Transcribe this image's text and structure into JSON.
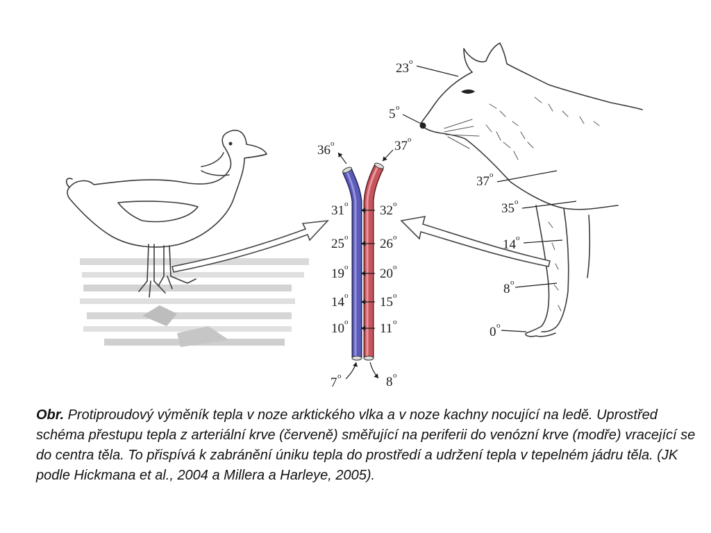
{
  "pipe": {
    "top_left": "36",
    "top_right": "37",
    "bottom_left": "7",
    "bottom_right": "8",
    "blue_values": [
      "31",
      "25",
      "19",
      "14",
      "10"
    ],
    "red_values": [
      "32",
      "26",
      "20",
      "15",
      "11"
    ],
    "vein_color": "#5b5bb8",
    "artery_color": "#c8545c"
  },
  "wolf_labels": [
    "23",
    "5",
    "37",
    "35",
    "14",
    "8",
    "0"
  ],
  "degree_symbol": "o",
  "caption": {
    "prefix": "Obr.",
    "text": " Protiproudový výměník tepla v noze arktického vlka a v noze kachny nocující na ledě. Uprostřed schéma přestupu tepla z arteriální krve (červeně) směřující na periferii do venózní krve (modře) vracející se do centra těla. To přispívá k zabránění úniku tepla do prostředí a udržení tepla v tepelném jádru těla. (JK podle Hickmana et al., 2004 a Millera a Harleye, 2005)."
  }
}
